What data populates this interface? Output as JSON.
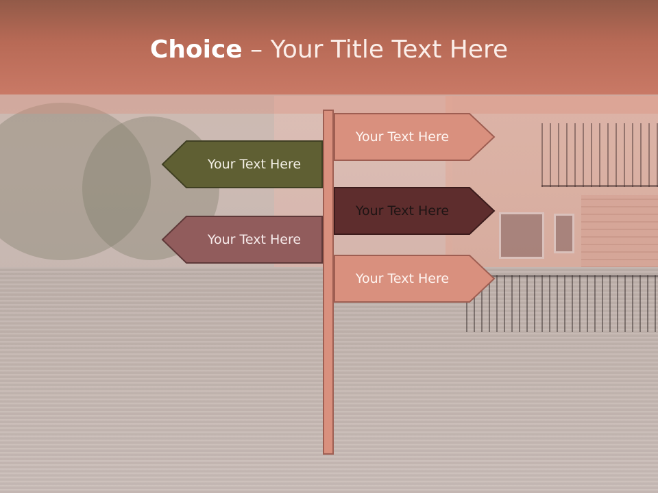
{
  "title": {
    "bold": "Choice",
    "rest": " – Your Title Text Here"
  },
  "colors": {
    "title_band": "#b86a56",
    "sign_salmon": "#d9907e",
    "sign_olive": "#5f5f33",
    "sign_maroon": "#5e2d2d",
    "sign_mauve": "#915c5c",
    "sign_border": "#9e5e52"
  },
  "signs": {
    "right1": {
      "label": "Your Text Here"
    },
    "left1": {
      "label": "Your Text Here"
    },
    "right2": {
      "label": "Your Text Here"
    },
    "left2": {
      "label": "Your Text Here"
    },
    "right3": {
      "label": "Your Text Here"
    }
  }
}
